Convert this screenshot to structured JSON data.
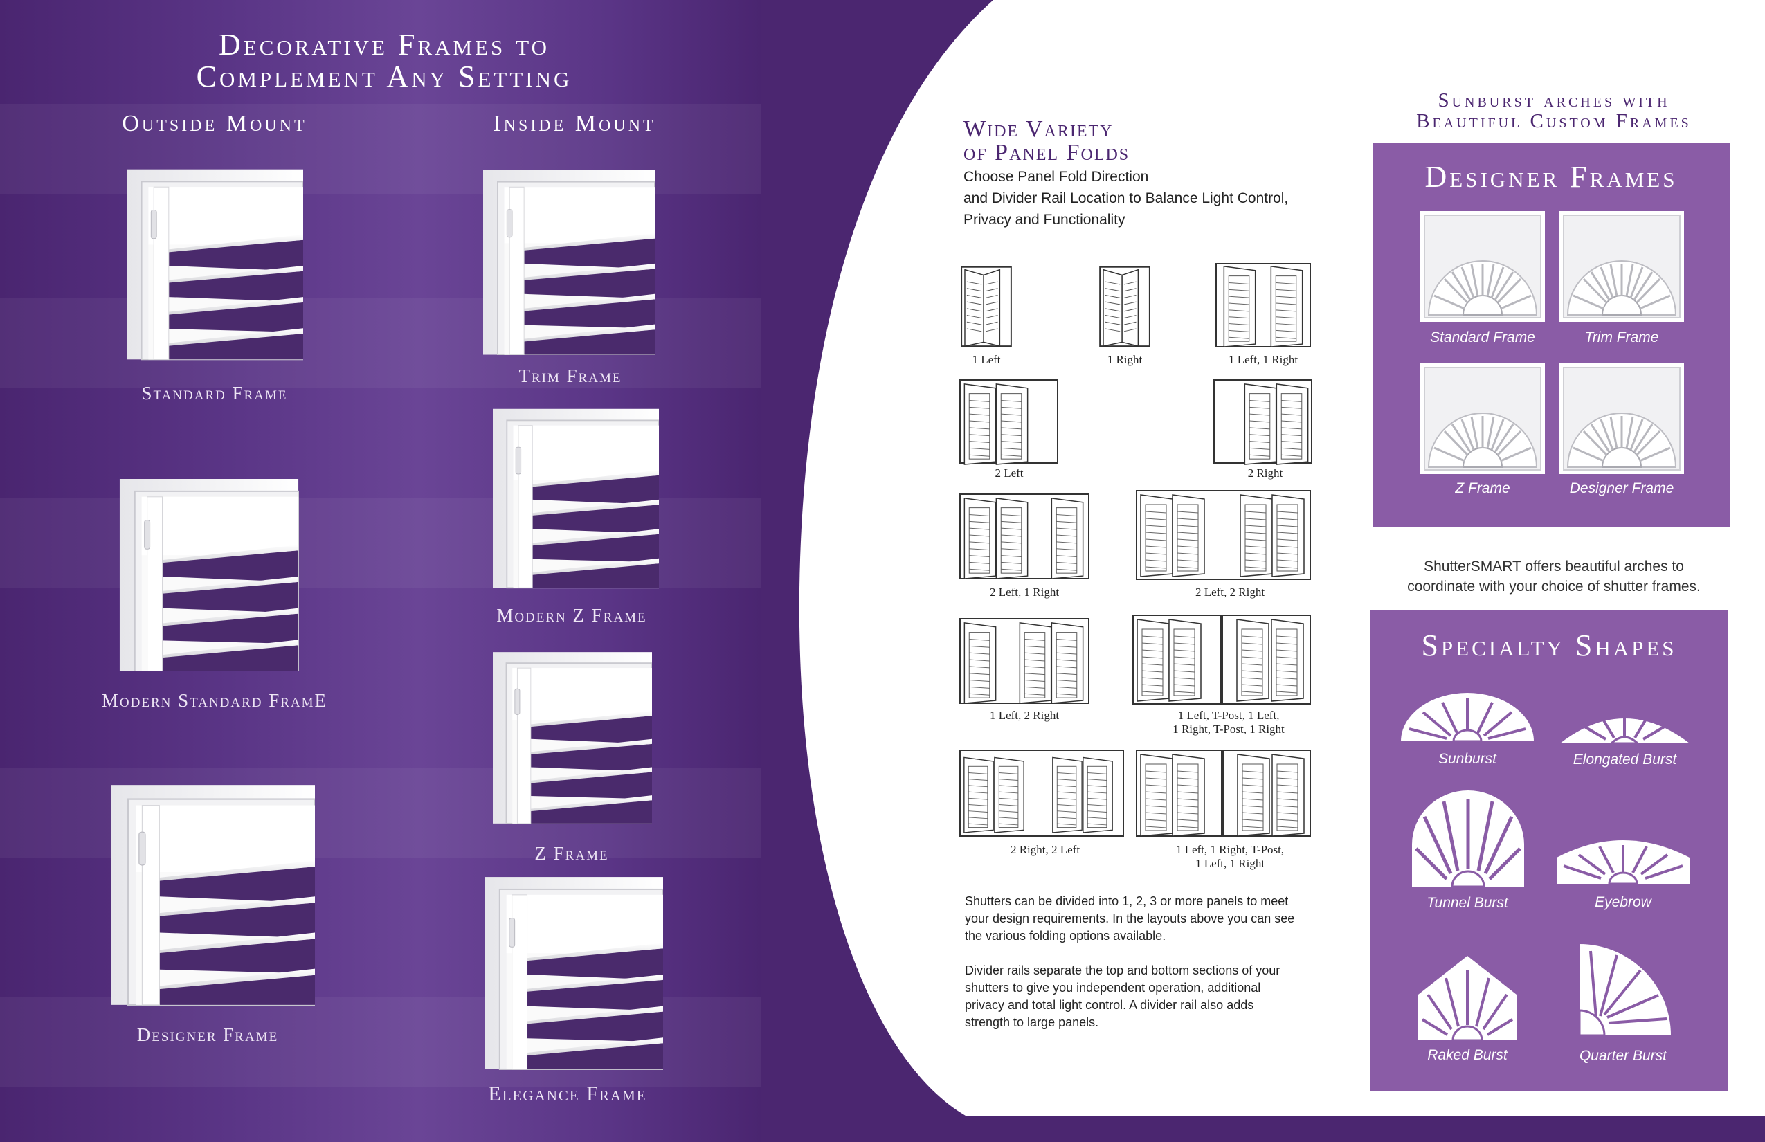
{
  "left": {
    "title_line1": "Decorative Frames to",
    "title_line2": "Complement Any Setting",
    "col_outside": "Outside Mount",
    "col_inside": "Inside Mount",
    "outside_frames": [
      "Standard Frame",
      "Modern Standard FramE",
      "Designer Frame"
    ],
    "inside_frames": [
      "Trim Frame",
      "Modern Z Frame",
      "Z Frame",
      "Elegance Frame"
    ]
  },
  "folds": {
    "heading_line1": "Wide Variety",
    "heading_line2": "of Panel Folds",
    "sub_line1": "Choose Panel Fold Direction",
    "sub_line2": "and Divider Rail Location to Balance Light Control,",
    "sub_line3": "Privacy and Functionality",
    "labels": {
      "l1": "1 Left",
      "r1": "1 Right",
      "l1r1": "1 Left, 1 Right",
      "l2": "2 Left",
      "r2": "2 Right",
      "l2r1": "2 Left, 1 Right",
      "l2r2": "2 Left, 2 Right",
      "l1r2": "1 Left, 2 Right",
      "tpost_a1": "1 Left, T-Post, 1 Left,",
      "tpost_a2": "1 Right, T-Post, 1 Right",
      "r2l2": "2 Right, 2 Left",
      "tpost_b1": "1 Left, 1 Right, T-Post,",
      "tpost_b2": "1 Left, 1 Right"
    },
    "para1_line1": "Shutters can be divided into 1, 2, 3 or more panels to meet",
    "para1_line2": "your design requirements.  In the layouts above you can see",
    "para1_line3": "the various folding options available.",
    "para2_line1": "Divider rails separate the top and bottom sections of your",
    "para2_line2": "shutters to give you independent operation, additional",
    "para2_line3": "privacy and total light control. A divider rail also adds",
    "para2_line4": "strength to large panels."
  },
  "arches": {
    "heading_line1": "Sunburst arches with",
    "heading_line2": "Beautiful Custom Frames",
    "designer_title": "Designer Frames",
    "designer_items": [
      "Standard Frame",
      "Trim Frame",
      "Z Frame",
      "Designer Frame"
    ],
    "note_line1": "ShutterSMART offers beautiful arches to",
    "note_line2": "coordinate with your choice of shutter frames.",
    "specialty_title": "Specialty Shapes",
    "specialty_items": [
      "Sunburst",
      "Elongated Burst",
      "Tunnel Burst",
      "Eyebrow",
      "Raked Burst",
      "Quarter Burst"
    ]
  },
  "colors": {
    "purple_dark": "#4b2670",
    "purple_box": "#8a5ca6",
    "heading_purple": "#4b2670"
  }
}
